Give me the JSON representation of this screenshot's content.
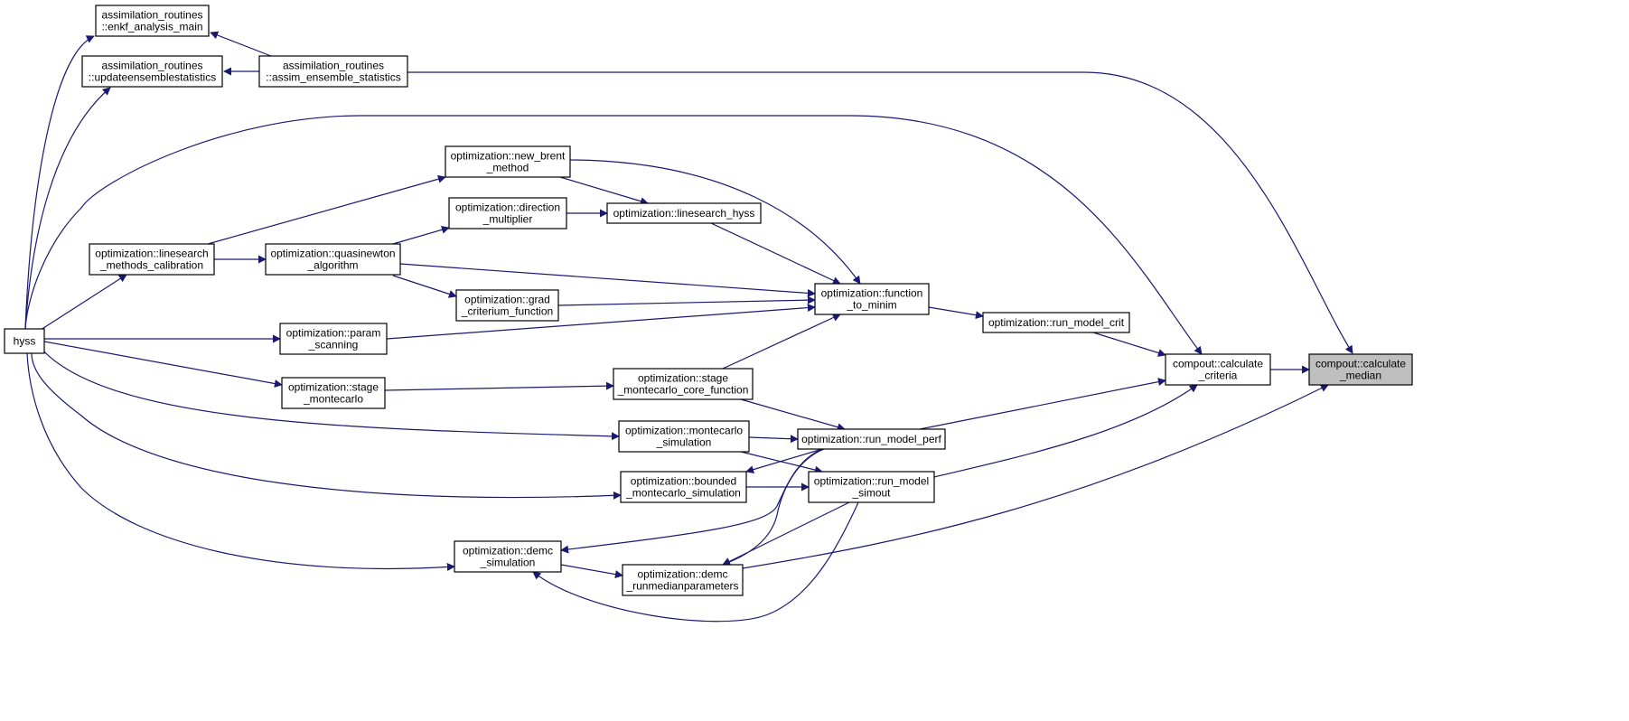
{
  "colors": {
    "edge": "#191970",
    "node_border": "#000000",
    "focus_fill": "#bfbfbf",
    "background": "#ffffff"
  },
  "nodes": {
    "hyss": {
      "lines": [
        "hyss"
      ]
    },
    "enkf_analysis_main": {
      "lines": [
        "assimilation_routines",
        "::enkf_analysis_main"
      ]
    },
    "updateensemblestatistics": {
      "lines": [
        "assimilation_routines",
        "::updateensemblestatistics"
      ]
    },
    "assim_ensemble_statistics": {
      "lines": [
        "assimilation_routines",
        "::assim_ensemble_statistics"
      ]
    },
    "new_brent_method": {
      "lines": [
        "optimization::new_brent",
        "_method"
      ]
    },
    "direction_multiplier": {
      "lines": [
        "optimization::direction",
        "_multiplier"
      ]
    },
    "linesearch_hyss": {
      "lines": [
        "optimization::linesearch_hyss"
      ]
    },
    "linesearch_methods_calibration": {
      "lines": [
        "optimization::linesearch",
        "_methods_calibration"
      ]
    },
    "quasinewton_algorithm": {
      "lines": [
        "optimization::quasinewton",
        "_algorithm"
      ]
    },
    "grad_criterium_function": {
      "lines": [
        "optimization::grad",
        "_criterium_function"
      ]
    },
    "function_to_minim": {
      "lines": [
        "optimization::function",
        "_to_minim"
      ]
    },
    "run_model_crit": {
      "lines": [
        "optimization::run_model_crit"
      ]
    },
    "param_scanning": {
      "lines": [
        "optimization::param",
        "_scanning"
      ]
    },
    "stage_montecarlo": {
      "lines": [
        "optimization::stage",
        "_montecarlo"
      ]
    },
    "stage_montecarlo_core_function": {
      "lines": [
        "optimization::stage",
        "_montecarlo_core_function"
      ]
    },
    "calculate_criteria": {
      "lines": [
        "compout::calculate",
        "_criteria"
      ]
    },
    "calculate_median": {
      "lines": [
        "compout::calculate",
        "_median"
      ]
    },
    "montecarlo_simulation": {
      "lines": [
        "optimization::montecarlo",
        "_simulation"
      ]
    },
    "run_model_perf": {
      "lines": [
        "optimization::run_model_perf"
      ]
    },
    "bounded_montecarlo_simulation": {
      "lines": [
        "optimization::bounded",
        "_montecarlo_simulation"
      ]
    },
    "run_model_simout": {
      "lines": [
        "optimization::run_model",
        "_simout"
      ]
    },
    "demc_simulation": {
      "lines": [
        "optimization::demc",
        "_simulation"
      ]
    },
    "demc_runmedianparameters": {
      "lines": [
        "optimization::demc",
        "_runmedianparameters"
      ]
    }
  }
}
